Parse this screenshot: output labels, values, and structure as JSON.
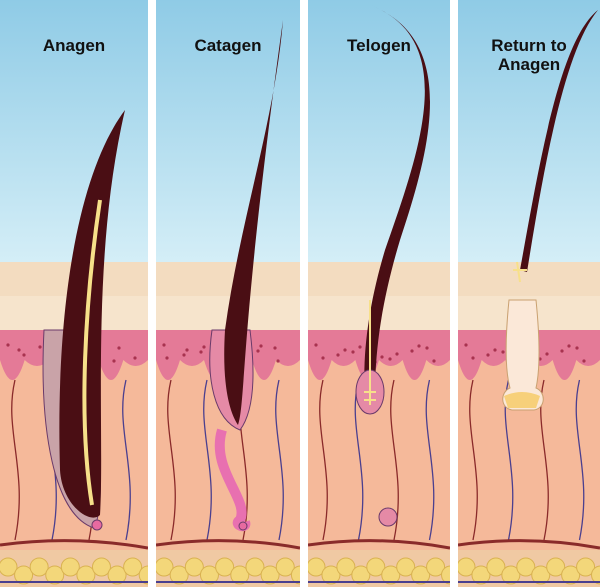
{
  "panels": [
    {
      "title": "Anagen",
      "stage": "anagen"
    },
    {
      "title": "Catagen",
      "stage": "catagen"
    },
    {
      "title": "Telogen",
      "stage": "telogen"
    },
    {
      "title": "Return to Anagen",
      "stage": "return"
    }
  ],
  "colors": {
    "sky_top": "#8fcbe6",
    "sky_bottom": "#d4eef7",
    "epidermis": "#f3dcc0",
    "dermis_pink": "#e47a97",
    "tissue": "#f5b99a",
    "hair": "#4a0e14",
    "fat": "#f3d77a",
    "vessel": "#4a3f8f"
  }
}
